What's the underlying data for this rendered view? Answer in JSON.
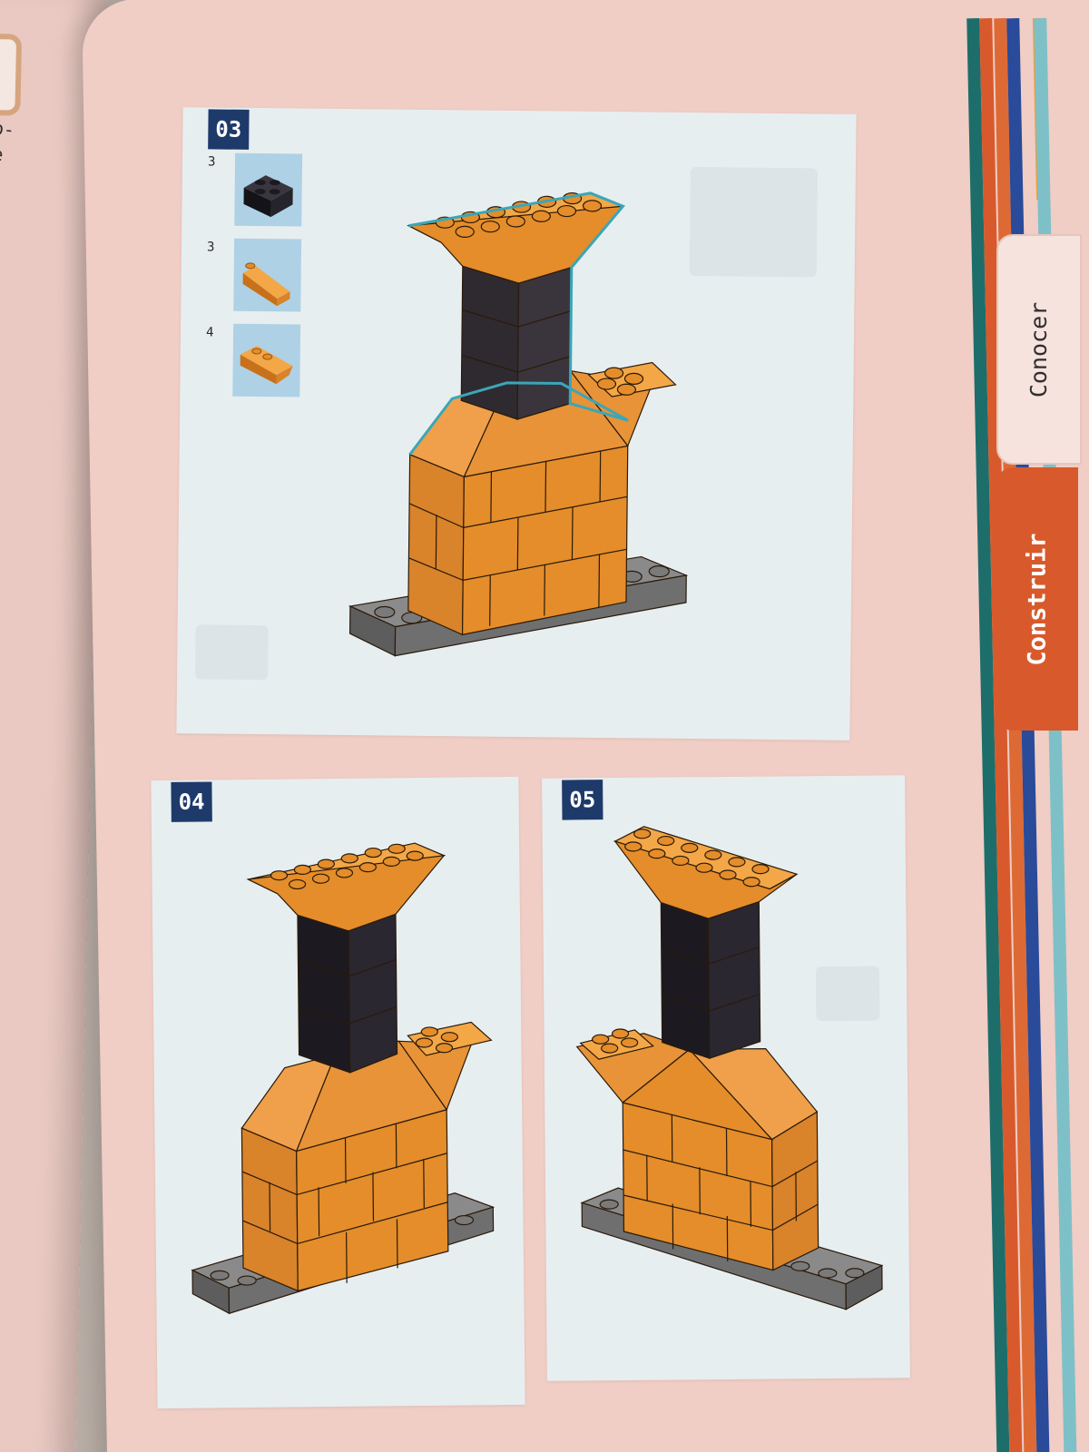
{
  "left_page": {
    "lines": [
      "ob-",
      "se"
    ]
  },
  "side_tabs": {
    "conocer": "Conocer",
    "construir": "Construir"
  },
  "steps": [
    {
      "number": "03",
      "parts": [
        {
          "qty": "3",
          "icon": "black-2x2-brick-icon",
          "color": "#1f1f24"
        },
        {
          "qty": "3",
          "icon": "orange-slope-brick-icon",
          "color": "#e48d2a"
        },
        {
          "qty": "4",
          "icon": "orange-inverted-slope-brick-icon",
          "color": "#e48d2a"
        }
      ]
    },
    {
      "number": "04",
      "parts": []
    },
    {
      "number": "05",
      "parts": []
    }
  ],
  "colors": {
    "page": "#f0cdc5",
    "panel": "#e7eef0",
    "step_badge": "#1e3a6b",
    "parts_box": "#aed1e6",
    "orange_brick": "#e48d2a",
    "orange_dark": "#c8711a",
    "black_brick": "#2a2630",
    "baseplate": "#6f6f6f",
    "highlight": "#3aa6b8",
    "tab_construir": "#d85a2c"
  }
}
